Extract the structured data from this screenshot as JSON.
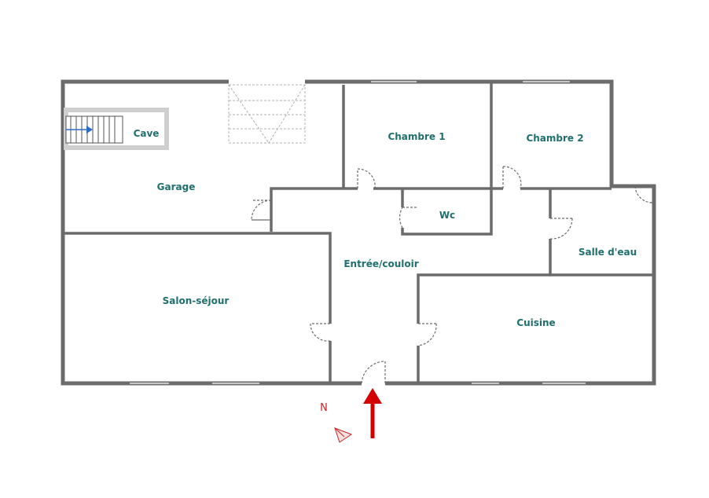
{
  "rooms": {
    "cave": "Cave",
    "garage": "Garage",
    "chambre1": "Chambre 1",
    "chambre2": "Chambre 2",
    "wc": "Wc",
    "salle_deau": "Salle d'eau",
    "entree": "Entrée/couloir",
    "salon": "Salon-séjour",
    "cuisine": "Cuisine"
  },
  "compass": {
    "label": "N"
  },
  "colors": {
    "wall": "#6b6b6b",
    "label": "#1f6f6f",
    "arrow": "#d40000",
    "stairs_arrow": "#2e6fc4"
  }
}
